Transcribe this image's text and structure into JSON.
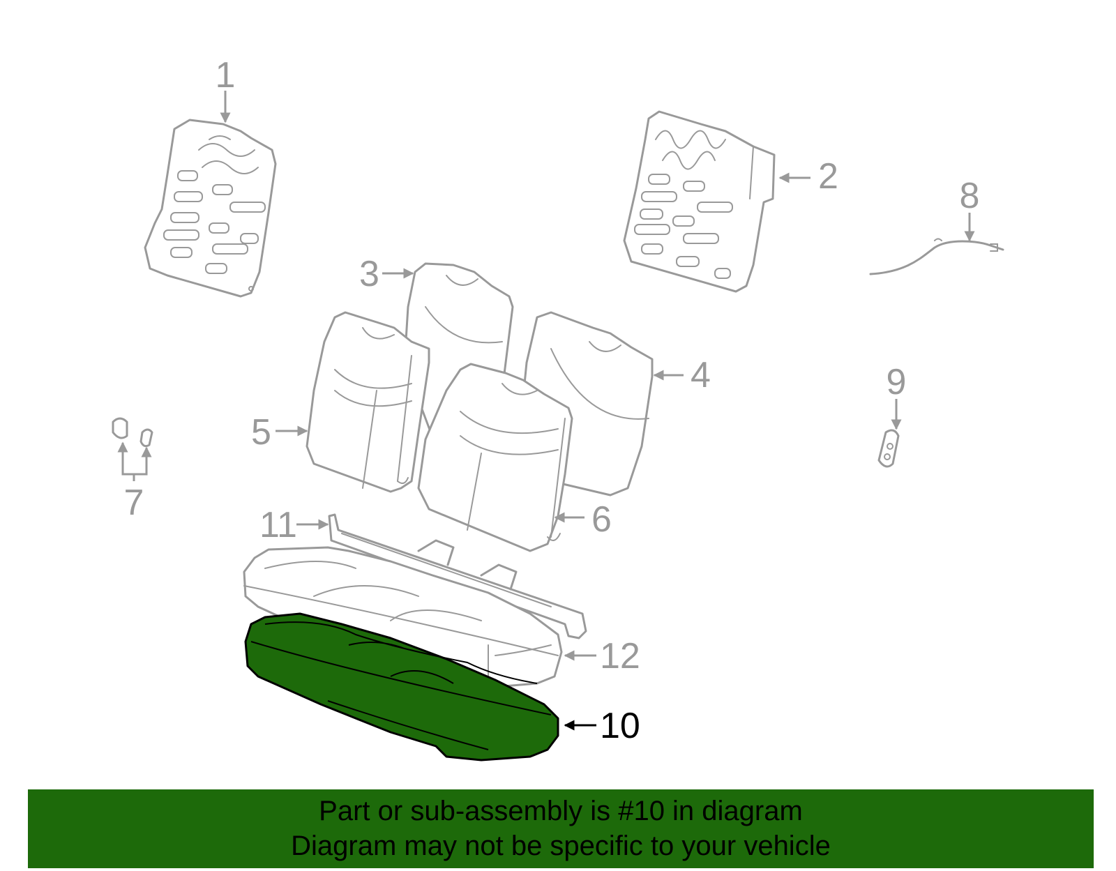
{
  "callouts": [
    {
      "number": "1"
    },
    {
      "number": "2"
    },
    {
      "number": "3"
    },
    {
      "number": "4"
    },
    {
      "number": "5"
    },
    {
      "number": "6"
    },
    {
      "number": "7"
    },
    {
      "number": "8"
    },
    {
      "number": "9"
    },
    {
      "number": "10",
      "highlighted": true
    },
    {
      "number": "11"
    },
    {
      "number": "12"
    }
  ],
  "colors": {
    "highlight_fill": "#1d6a0a",
    "line_gray": "#999999",
    "banner_background": "#1d6a0a"
  },
  "banner": {
    "line1": "Part or sub-assembly is #10 in diagram",
    "line2": "Diagram may not be specific to your vehicle"
  }
}
